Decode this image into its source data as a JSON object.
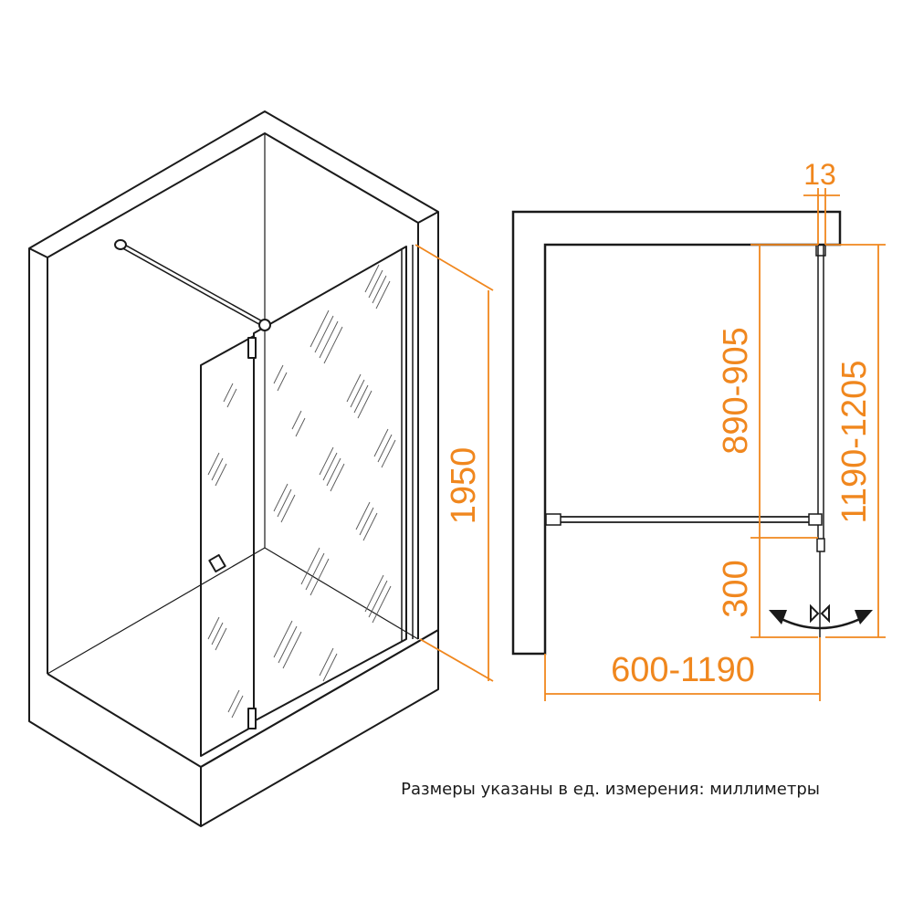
{
  "dimensions": {
    "height": "1950",
    "glass_thickness": "13",
    "fixed_panel_width": "890-905",
    "total_depth": "1190-1205",
    "door_width": "300",
    "wall_span": "600-1190"
  },
  "caption": "Размеры указаны в ед. измерения: миллиметры",
  "colors": {
    "dimension": "#f0871e",
    "line": "#1a1a1a",
    "background": "#ffffff"
  }
}
